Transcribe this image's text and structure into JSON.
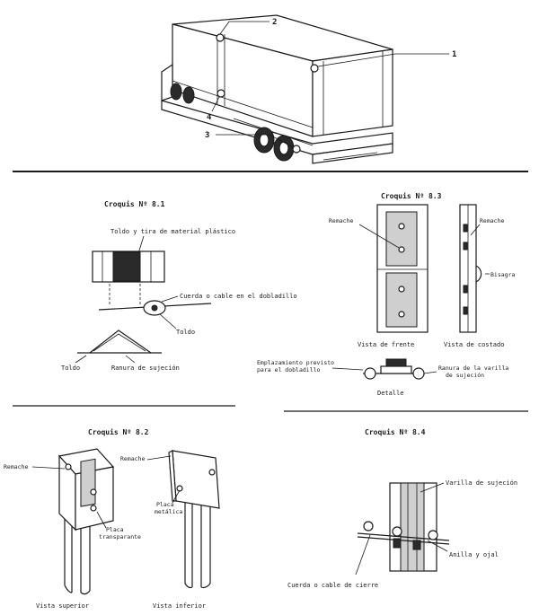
{
  "truck": {
    "callout_1": "1",
    "callout_2": "2",
    "callout_3": "3",
    "callout_4": "4"
  },
  "sketch_81": {
    "title": "Croquis Nº 8.1",
    "label_toldo_tira": "Toldo y tira de material plástico",
    "label_cuerda": "Cuerda o cable en el dobladillo",
    "label_toldo_1": "Toldo",
    "label_toldo_2": "Toldo",
    "label_ranura": "Ranura de sujeción"
  },
  "sketch_83": {
    "title": "Croquis Nº 8.3",
    "label_remache_1": "Remache",
    "label_remache_2": "Remache",
    "label_bisagra": "Bisagra",
    "label_vista_frente": "Vista de frente",
    "label_vista_costado": "Vista de costado",
    "label_emplazamiento_1": "Emplazamiento previsto",
    "label_emplazamiento_2": "para el dobladillo",
    "label_ranura_1": "Ranura de la varilla",
    "label_ranura_2": "de sujeción",
    "label_detalle": "Detalle"
  },
  "sketch_82": {
    "title": "Croquis Nº 8.2",
    "label_remache_1": "Remache",
    "label_remache_2": "Remache",
    "label_placa_met_1": "Placa",
    "label_placa_met_2": "metálica",
    "label_placa_tr_1": "Placa",
    "label_placa_tr_2": "transparante",
    "label_vista_superior": "Vista superior",
    "label_vista_inferior": "Vista inferior"
  },
  "sketch_84": {
    "title": "Croquis Nº 8.4",
    "label_varilla": "Varilla de sujeción",
    "label_anilla": "Anilla y ojal",
    "label_cuerda": "Cuerda o cable de cierre"
  }
}
